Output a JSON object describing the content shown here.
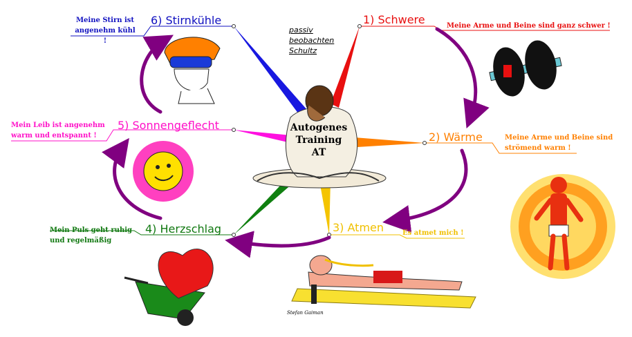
{
  "center": {
    "title_lines": [
      "Autogenes",
      "Training",
      "AT"
    ],
    "notes": [
      "passiv",
      "beobachten",
      "Schultz"
    ]
  },
  "stages": [
    {
      "label": "1) Schwere",
      "phrase": "Meine Arme und Beine sind ganz schwer !",
      "color": "#e81010"
    },
    {
      "label": "2) Wärme",
      "phrase_lines": [
        "Meine Arme und Beine sind",
        "strömend warm !"
      ],
      "color": "#ff8000"
    },
    {
      "label": "3) Atmen",
      "phrase": "Es atmet mich !",
      "color": "#f0c000"
    },
    {
      "label": "4) Herzschlag",
      "phrase_lines": [
        "Mein Puls geht ruhig",
        "und regelmäßig"
      ],
      "color": "#107810"
    },
    {
      "label": "5) Sonnengeflecht",
      "phrase_lines": [
        "Mein Leib ist angenehm",
        "warm und entspannt !"
      ],
      "color": "#ff10c8"
    },
    {
      "label": "6) Stirnkühle",
      "phrase_lines": [
        "Meine Stirn ist",
        "angenehm kühl !"
      ],
      "color": "#1010c0"
    }
  ],
  "signature": "Stefan Gaiman",
  "colors": {
    "arrow": "#800080",
    "ray_blue": "#1818e0",
    "ray_red": "#e81010",
    "ray_orange": "#ff8000",
    "ray_yellow": "#f4c400",
    "ray_green": "#108010",
    "ray_magenta": "#ff10e0"
  },
  "icons": [
    "dumbbell-icon",
    "sun-person-icon",
    "sunbather-icon",
    "heart-wheelbarrow-icon",
    "smiling-sun-icon",
    "goggles-head-icon",
    "meditating-person-icon"
  ]
}
